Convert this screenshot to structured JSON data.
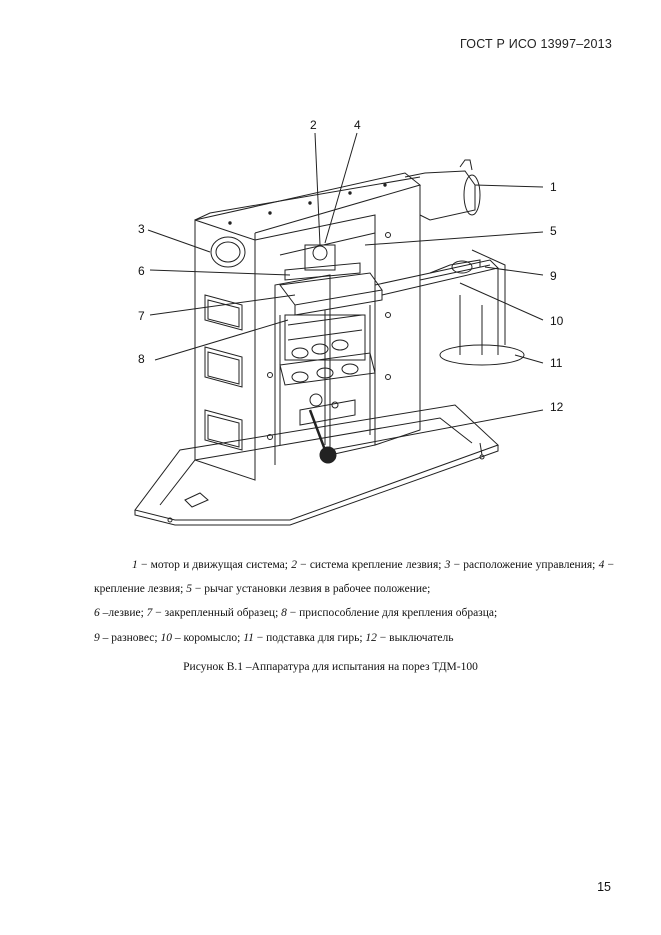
{
  "header": {
    "standard": "ГОСТ Р ИСО 13997–2013"
  },
  "figure": {
    "callouts": [
      "1",
      "2",
      "3",
      "4",
      "5",
      "6",
      "7",
      "8",
      "9",
      "10",
      "11",
      "12"
    ]
  },
  "legend": {
    "items": [
      {
        "n": "1",
        "t": "мотор и движущая система;"
      },
      {
        "n": "2",
        "t": "система крепление лезвия;"
      },
      {
        "n": "3",
        "t": "расположение управления;"
      },
      {
        "n": "4",
        "t": "крепление лезвия;"
      },
      {
        "n": "5",
        "t": "рычаг установки лезвия в рабочее положение;"
      },
      {
        "n": "6",
        "t": "лезвие;"
      },
      {
        "n": "7",
        "t": "закрепленный образец;"
      },
      {
        "n": "8",
        "t": "приспособление для крепления образца;"
      },
      {
        "n": "9",
        "t": "разновес;"
      },
      {
        "n": "10",
        "t": "коромысло;"
      },
      {
        "n": "11",
        "t": "подставка для гирь;"
      },
      {
        "n": "12",
        "t": "выключатель"
      }
    ]
  },
  "figure_title": "Рисунок В.1 –Аппаратура для испытания на порез ТДМ-100",
  "page": {
    "number": "15"
  }
}
